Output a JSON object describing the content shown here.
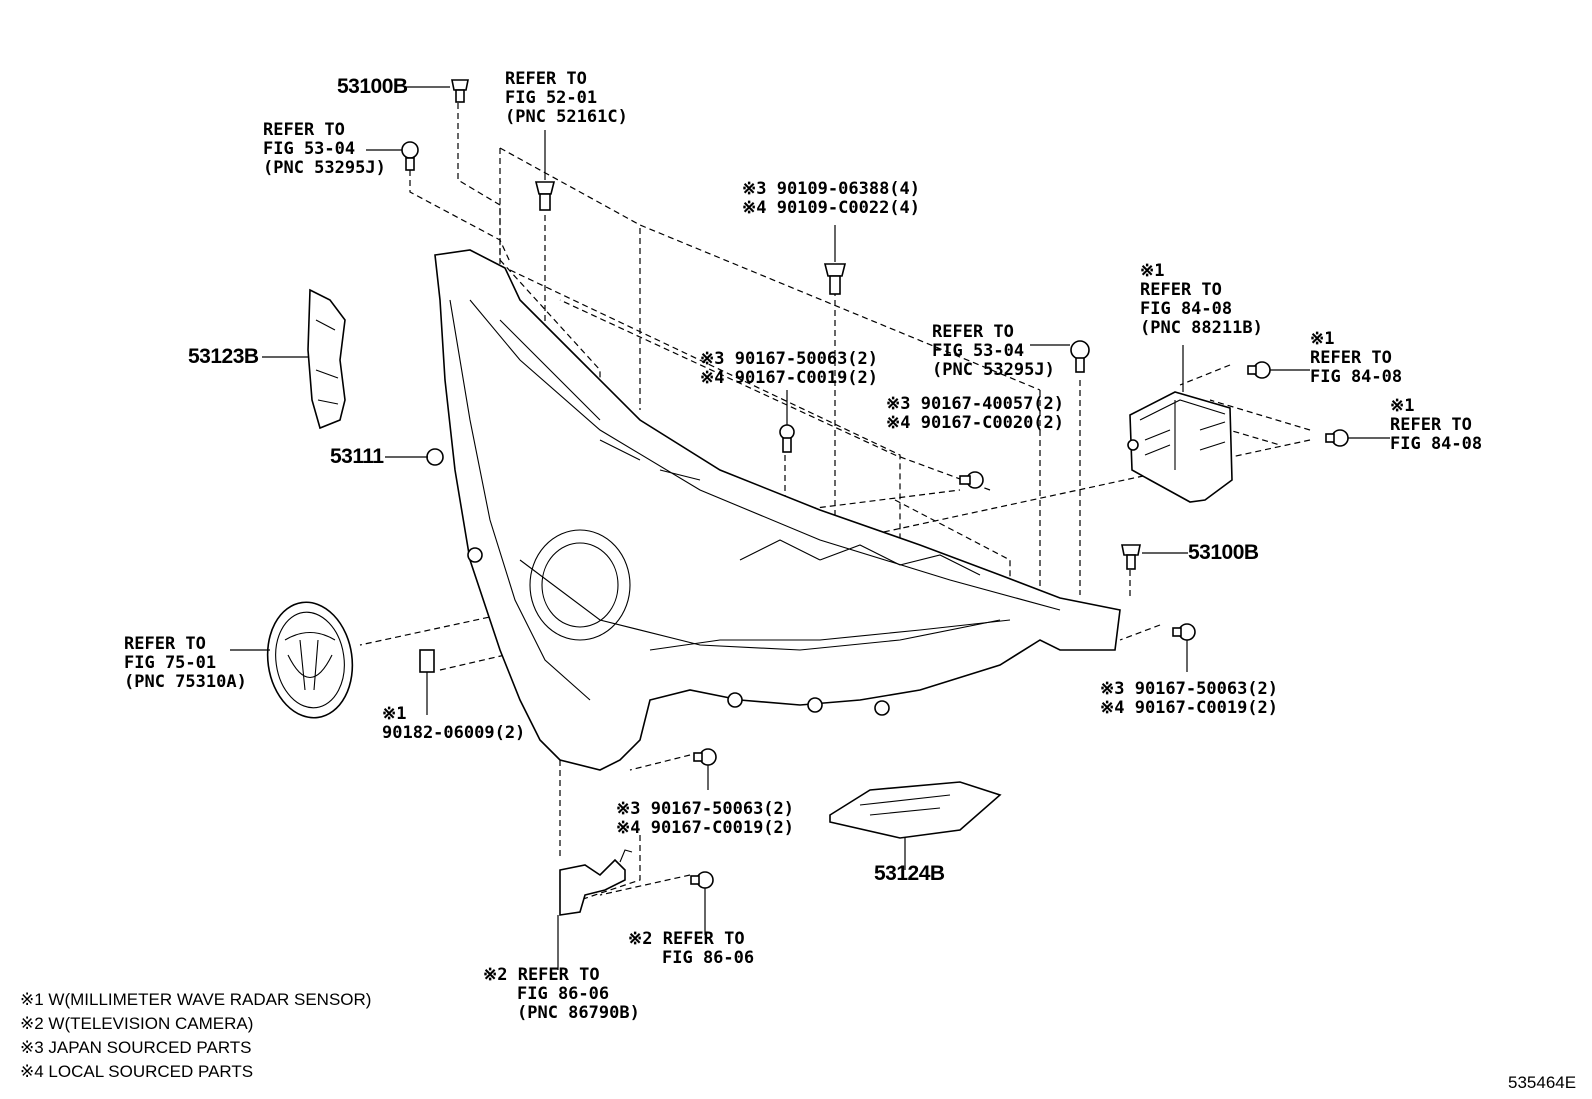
{
  "diagram": {
    "parts": {
      "p53100B_top": "53100B",
      "p53123B": "53123B",
      "p53111": "53111",
      "p53100B_right": "53100B",
      "p53124B": "53124B"
    },
    "refs": {
      "ref_52_01": [
        "REFER TO",
        "FIG 52-01",
        "(PNC 52161C)"
      ],
      "ref_53_04_left": [
        "REFER TO",
        "FIG 53-04",
        "(PNC 53295J)"
      ],
      "ref_53_04_mid": [
        "REFER TO",
        "FIG 53-04",
        "(PNC 53295J)"
      ],
      "ref_84_08_a": [
        "※1",
        "REFER TO",
        "FIG 84-08",
        "(PNC 88211B)"
      ],
      "ref_84_08_b": [
        "※1",
        "REFER TO",
        "FIG 84-08"
      ],
      "ref_84_08_c": [
        "※1",
        "REFER TO",
        "FIG 84-08"
      ],
      "ref_75_01": [
        "REFER TO",
        "FIG 75-01",
        "(PNC 75310A)"
      ],
      "ref_86_06_a": [
        "※2 REFER TO",
        "FIG 86-06"
      ],
      "ref_86_06_b": [
        "※2 REFER TO",
        "FIG 86-06",
        "(PNC 86790B)"
      ]
    },
    "callouts": {
      "bolt_top": [
        "※3 90109-06388(4)",
        "※4 90109-C0022(4)"
      ],
      "screw_mid": [
        "※3 90167-50063(2)",
        "※4 90167-C0019(2)"
      ],
      "screw_right_mid": [
        "※3 90167-40057(2)",
        "※4 90167-C0020(2)"
      ],
      "screw_right_low": [
        "※3 90167-50063(2)",
        "※4 90167-C0019(2)"
      ],
      "screw_bottom": [
        "※3 90167-50063(2)",
        "※4 90167-C0019(2)"
      ],
      "nut": [
        "※1",
        "90182-06009(2)"
      ]
    },
    "legend": [
      "※1 W(MILLIMETER WAVE RADAR SENSOR)",
      "※2 W(TELEVISION CAMERA)",
      "※3 JAPAN SOURCED PARTS",
      "※4 LOCAL SOURCED PARTS"
    ],
    "catalog_id": "535464E"
  }
}
